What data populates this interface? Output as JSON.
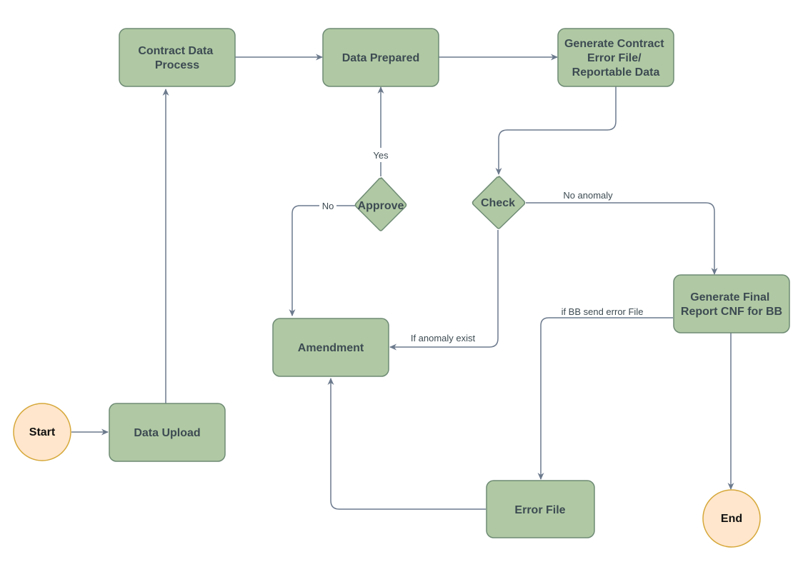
{
  "colors": {
    "process_fill": "#b0c9a4",
    "process_stroke": "#6e8b74",
    "terminal_fill": "#ffe6cc",
    "terminal_stroke": "#d6a83a",
    "edge": "#6c7a8d",
    "text": "#3d4b52"
  },
  "nodes": {
    "contract_data_process": [
      "Contract Data",
      "Process"
    ],
    "data_prepared": [
      "Data Prepared"
    ],
    "generate_contract": [
      "Generate Contract",
      "Error File/",
      "Reportable Data"
    ],
    "approve": [
      "Approve"
    ],
    "check": [
      "Check"
    ],
    "amendment": [
      "Amendment"
    ],
    "generate_final": [
      "Generate Final",
      "Report CNF for BB"
    ],
    "start": [
      "Start"
    ],
    "data_upload": [
      "Data Upload"
    ],
    "error_file": [
      "Error File"
    ],
    "end": [
      "End"
    ]
  },
  "edges": {
    "yes": "Yes",
    "no": "No",
    "no_anomaly": "No anomaly",
    "if_anomaly_exist": "If anomaly exist",
    "if_bb_send_error_file": "if BB send error File"
  }
}
